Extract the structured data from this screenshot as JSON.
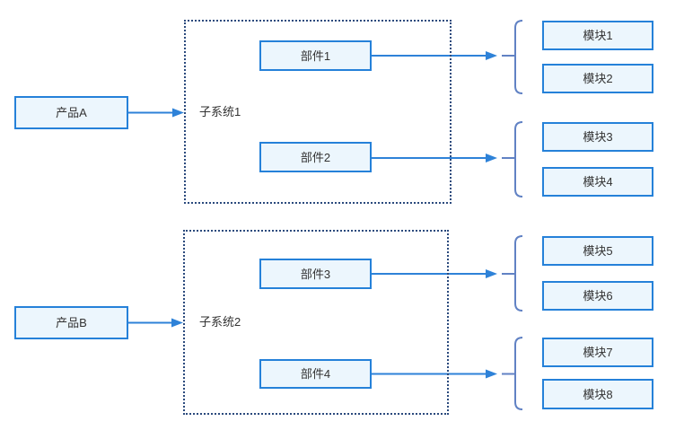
{
  "diagram": {
    "products": [
      {
        "label": "产品A"
      },
      {
        "label": "产品B"
      }
    ],
    "subsystems": [
      {
        "label": "子系统1"
      },
      {
        "label": "子系统2"
      }
    ],
    "parts": [
      {
        "label": "部件1"
      },
      {
        "label": "部件2"
      },
      {
        "label": "部件3"
      },
      {
        "label": "部件4"
      }
    ],
    "modules": [
      {
        "label": "模块1"
      },
      {
        "label": "模块2"
      },
      {
        "label": "模块3"
      },
      {
        "label": "模块4"
      },
      {
        "label": "模块5"
      },
      {
        "label": "模块6"
      },
      {
        "label": "模块7"
      },
      {
        "label": "模块8"
      }
    ],
    "colors": {
      "box_border": "#2581d9",
      "box_fill": "#ecf6fd",
      "dashed_border": "#2b4a7d",
      "arrow": "#2e82d8",
      "brace": "#6182c4",
      "text": "#333333"
    }
  }
}
